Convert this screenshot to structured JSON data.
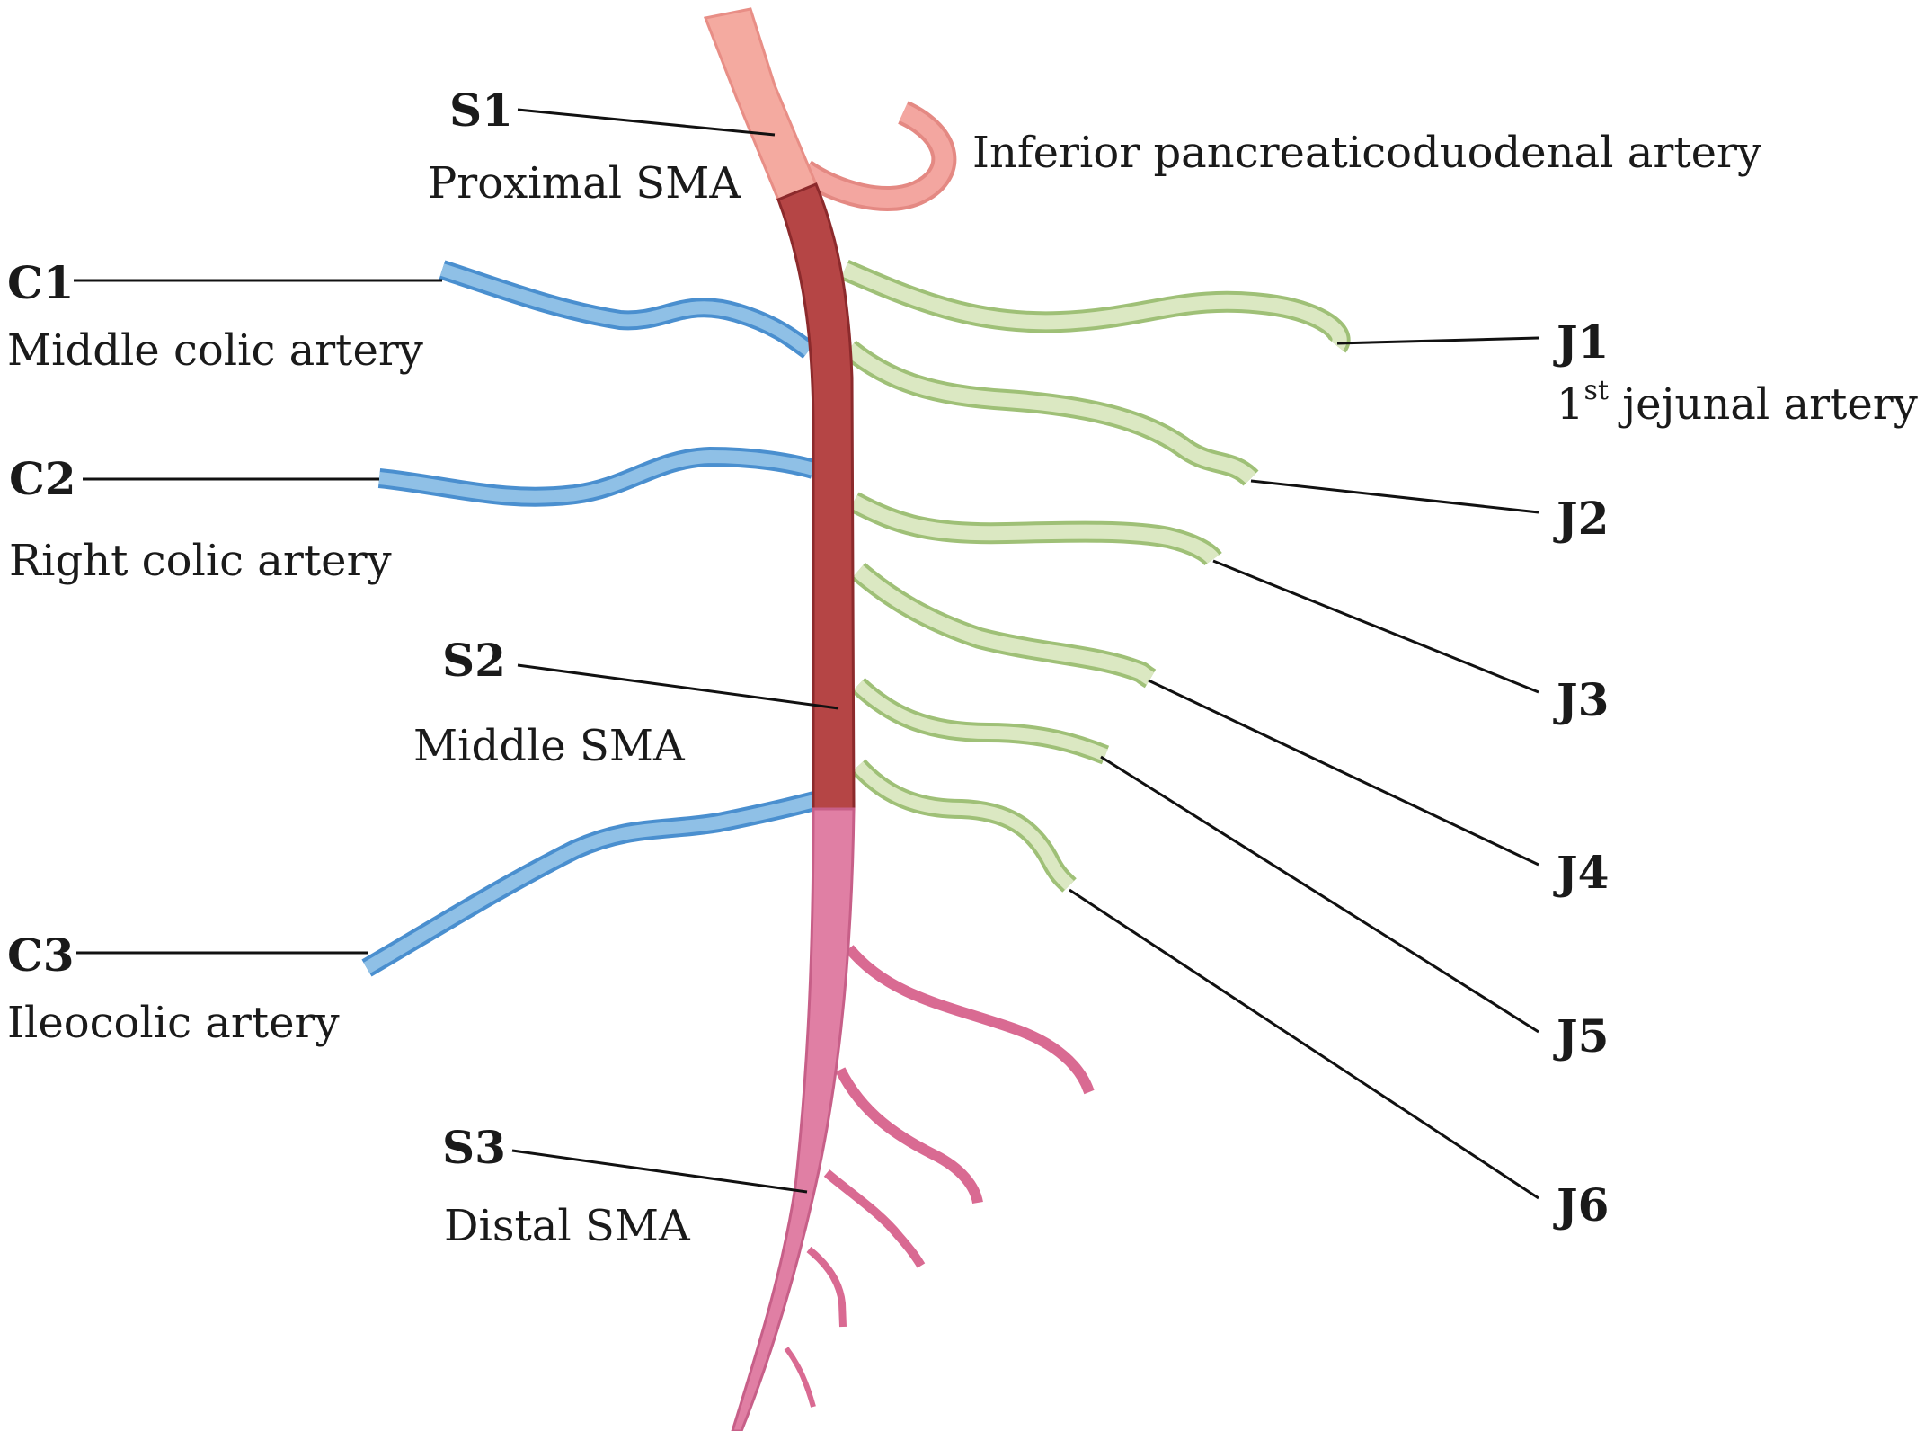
{
  "labels": {
    "s1": {
      "code": "S1",
      "name": "Proximal SMA"
    },
    "s2": {
      "code": "S2",
      "name": "Middle SMA"
    },
    "s3": {
      "code": "S3",
      "name": "Distal SMA"
    },
    "c1": {
      "code": "C1",
      "name": "Middle colic artery"
    },
    "c2": {
      "code": "C2",
      "name": "Right colic artery"
    },
    "c3": {
      "code": "C3",
      "name": "Ileocolic artery"
    },
    "j1": {
      "code": "J1",
      "name_number": "1",
      "name_sup": "st",
      "name_rest": " jejunal artery"
    },
    "j2": {
      "code": "J2"
    },
    "j3": {
      "code": "J3"
    },
    "j4": {
      "code": "J4"
    },
    "j5": {
      "code": "J5"
    },
    "j6": {
      "code": "J6"
    },
    "ipda": {
      "name": "Inferior pancreaticoduodenal artery"
    }
  },
  "colors": {
    "proximal_sma": "#f4aaa0",
    "proximal_sma_edge": "#e88e86",
    "middle_sma": "#b54545",
    "middle_sma_edge": "#8c2a2c",
    "distal_sma": "#e07fa4",
    "distal_sma_edge": "#c75f88",
    "distal_branches": "#d96a92",
    "colic_arteries": "#8fc0e6",
    "colic_edge": "#4a8fcf",
    "jejunal_arteries": "#dbe8c2",
    "jejunal_edge": "#9fc077",
    "ipda": "#f3a6a0",
    "ipda_edge": "#e48983"
  }
}
